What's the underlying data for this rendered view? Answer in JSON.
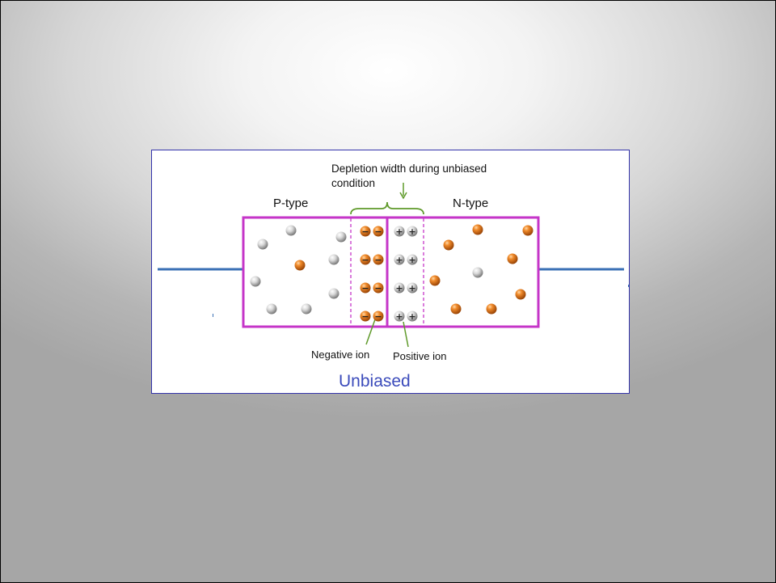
{
  "diagram": {
    "depletion_label_line1": "Depletion width during unbiased",
    "depletion_label_line2": "condition",
    "p_type_label": "P-type",
    "n_type_label": "N-type",
    "negative_ion_label": "Negative ion",
    "positive_ion_label": "Positive ion",
    "caption": "Unbiased"
  },
  "colors": {
    "junction_border": "#c535c8",
    "wire": "#3a70b5",
    "bracket_arrow": "#5f9a2a",
    "caption": "#3b4bbb",
    "electron": "#d9721a",
    "hole": "#d4d4d4"
  },
  "icons": {
    "hole": "grey-sphere",
    "electron": "orange-sphere",
    "negative_ion": "orange-minus-sphere",
    "positive_ion": "grey-plus-sphere"
  }
}
